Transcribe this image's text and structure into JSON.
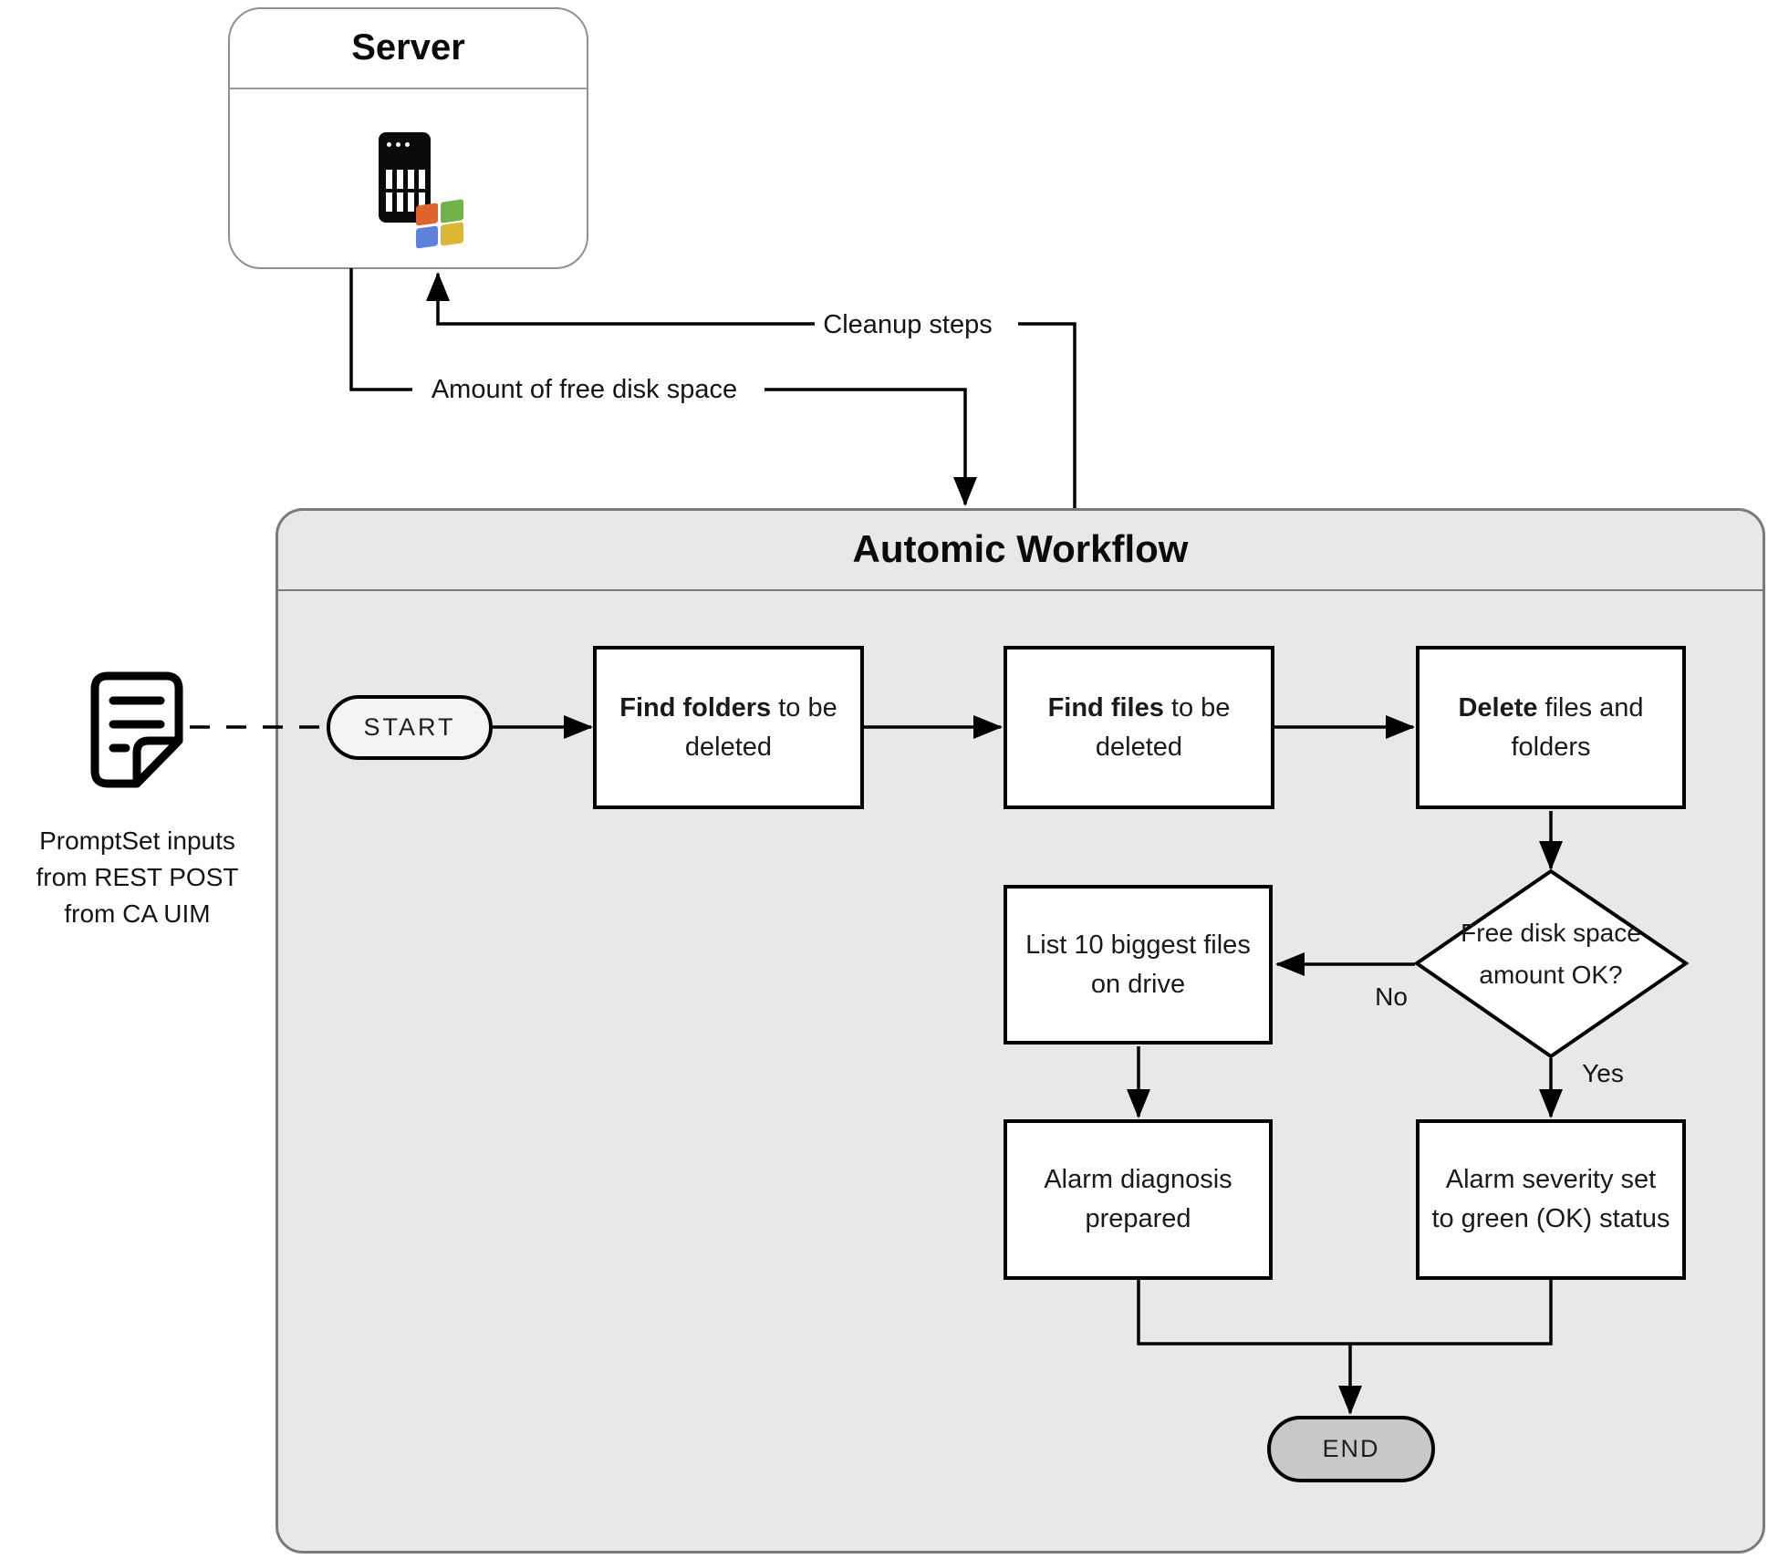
{
  "server": {
    "title": "Server"
  },
  "workflow": {
    "title": "Automic Workflow"
  },
  "labels": {
    "cleanup": "Cleanup steps",
    "amount": "Amount of free disk space",
    "no": "No",
    "yes": "Yes"
  },
  "promptset": {
    "line1": "PromptSet inputs",
    "line2": "from REST POST",
    "line3": "from CA UIM"
  },
  "nodes": {
    "start": {
      "label": "START"
    },
    "find_folders": {
      "bold": "Find folders",
      "rest": " to be",
      "line2": "deleted"
    },
    "find_files": {
      "bold": "Find files",
      "rest": " to be",
      "line2": "deleted"
    },
    "delete": {
      "bold": "Delete",
      "rest": " files and",
      "line2": "folders"
    },
    "decision": {
      "line1": "Free disk space",
      "line2": "amount OK?"
    },
    "list_files": {
      "line1": "List 10 biggest files",
      "line2": "on drive"
    },
    "alarm_diagnosis": {
      "line1": "Alarm diagnosis",
      "line2": "prepared"
    },
    "alarm_severity": {
      "line1": "Alarm severity set",
      "line2": "to green (OK) status"
    },
    "end": {
      "label": "END"
    }
  },
  "icons": {
    "server_icon": "server-tower",
    "windows_icon": "windows-logo",
    "document_icon": "document-promptset"
  },
  "colors": {
    "workflow_bg": "#e8e8e8",
    "container_border": "#7a7a7a",
    "server_border": "#909090",
    "node_border": "#000000",
    "line": "#000000",
    "start_fill": "#f4f4f4",
    "end_fill": "#c8c8c8",
    "win_red": "#e0632c",
    "win_green": "#71b24b",
    "win_blue": "#5f82dd",
    "win_yellow": "#dcb734"
  }
}
